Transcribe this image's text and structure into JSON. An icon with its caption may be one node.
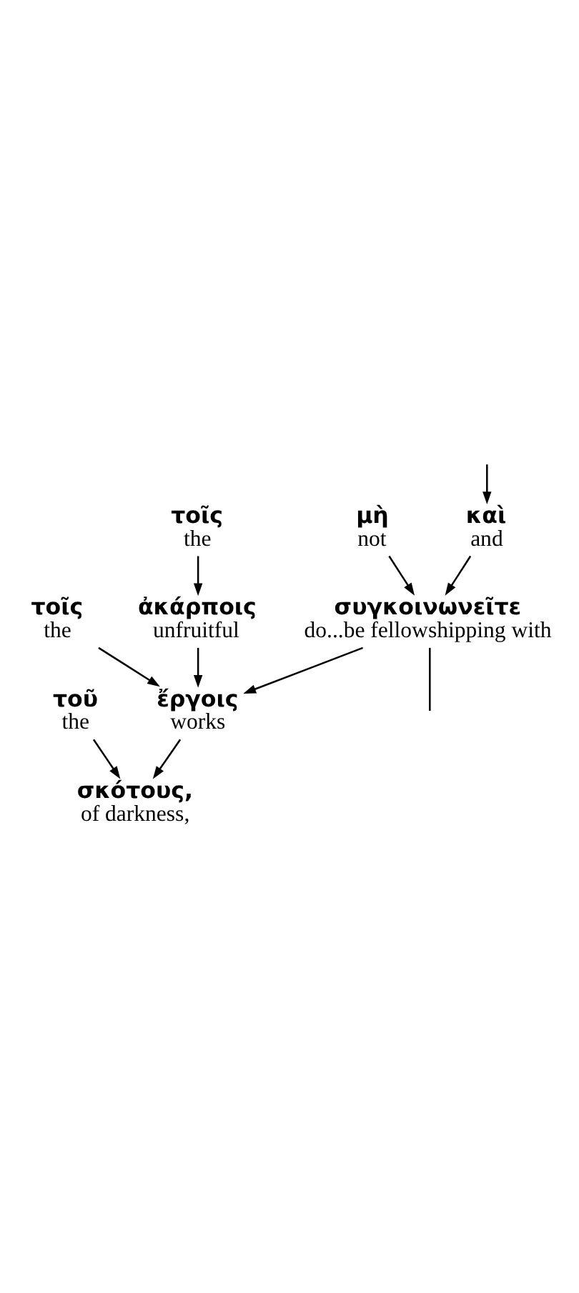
{
  "diagram": {
    "nodes": [
      {
        "text": [
          "καὶ",
          "and"
        ]
      },
      {
        "text": [
          "μὴ",
          "not"
        ]
      },
      {
        "text": [
          "συγκοινωνεῖτε",
          "do...be fellowshipping with"
        ]
      },
      {
        "text": [
          "τοῖς",
          "the"
        ]
      },
      {
        "text": [
          "ἔργοις",
          "works"
        ]
      },
      {
        "text": [
          "τοῖς",
          "the"
        ]
      },
      {
        "text": [
          "ἀκάρποις",
          "unfruitful"
        ]
      },
      {
        "text": [
          "τοῦ",
          "the"
        ]
      },
      {
        "text": [
          "σκότους,",
          "of darkness,"
        ]
      }
    ],
    "edges": [
      {
        "from": null,
        "to": 0,
        "arrow": "to"
      },
      {
        "from": 0,
        "to": 2,
        "arrow": "to"
      },
      {
        "from": 1,
        "to": 2,
        "arrow": "to"
      },
      {
        "from": 2,
        "to": 4,
        "arrow": "to"
      },
      {
        "from": 3,
        "to": 4,
        "arrow": "to"
      },
      {
        "from": 6,
        "to": 4,
        "arrow": "to"
      },
      {
        "from": 5,
        "to": 6,
        "arrow": "to"
      },
      {
        "from": 4,
        "to": 8,
        "arrow": "to"
      },
      {
        "from": 7,
        "to": 8,
        "arrow": "to"
      },
      {
        "from": 2,
        "to": null,
        "arrow": "none"
      }
    ]
  }
}
